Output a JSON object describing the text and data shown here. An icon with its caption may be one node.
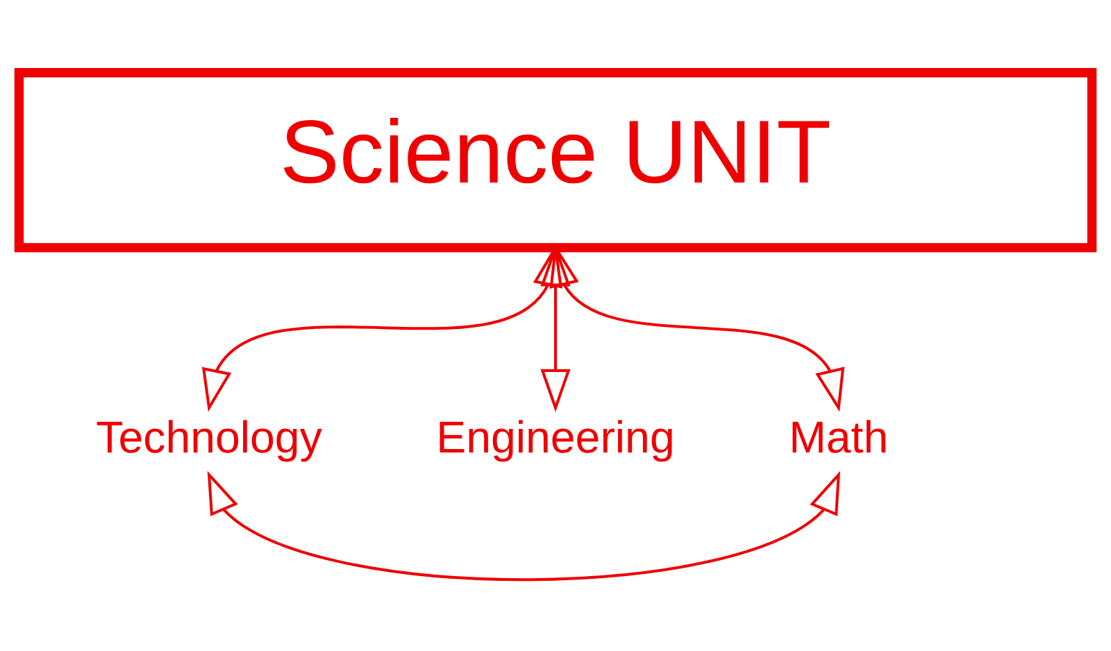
{
  "diagram": {
    "nodes": [
      {
        "text": [
          "Science UNIT"
        ]
      },
      {
        "text": [
          "Technology"
        ]
      },
      {
        "text": [
          "Engineering"
        ]
      },
      {
        "text": [
          "Math"
        ]
      }
    ],
    "edges": [
      {
        "from": 0,
        "to": 1,
        "arrow": "both"
      },
      {
        "from": 0,
        "to": 2,
        "arrow": "both"
      },
      {
        "from": 0,
        "to": 3,
        "arrow": "both"
      },
      {
        "from": 1,
        "to": 3,
        "arrow": "both"
      }
    ]
  }
}
